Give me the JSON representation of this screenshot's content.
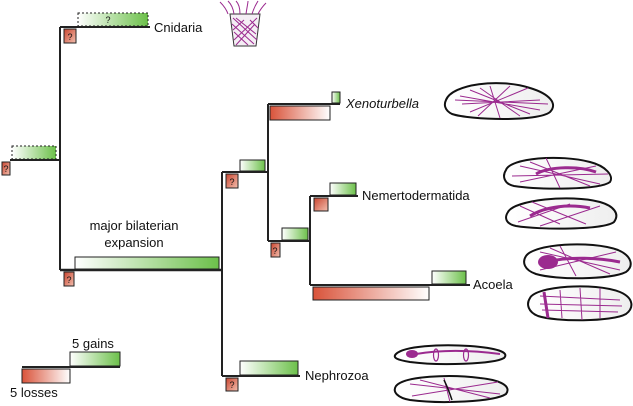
{
  "taxa": {
    "cnidaria": "Cnidaria",
    "xenoturbella": "Xenoturbella",
    "nemertodermatida": "Nemertodermatida",
    "acoela": "Acoela",
    "nephrozoa": "Nephrozoa"
  },
  "annotation": {
    "line1": "major bilaterian",
    "line2": "expansion"
  },
  "legend": {
    "gains": "5 gains",
    "losses": "5 losses"
  },
  "uncertain_mark": "?",
  "colors": {
    "gain": "#6cc04a",
    "loss": "#d9533a",
    "branch": "#222222",
    "muscle": "#9b2a8f"
  }
}
